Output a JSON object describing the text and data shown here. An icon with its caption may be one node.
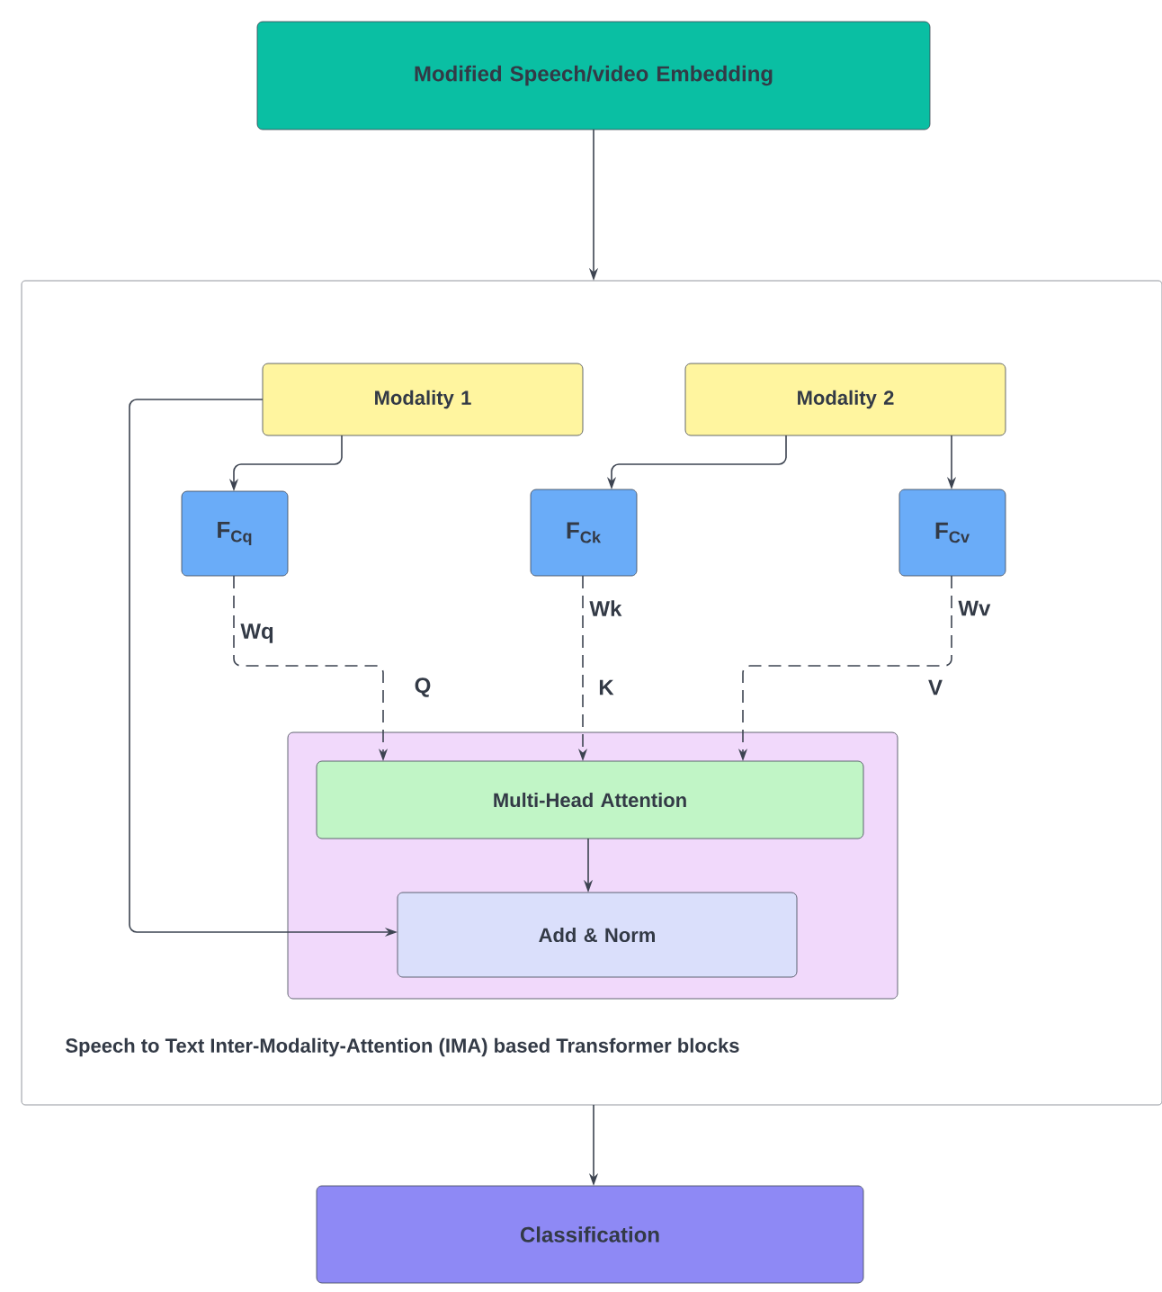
{
  "diagram": {
    "nodes": [
      {
        "text": [
          "Modified Speech/video Embedding"
        ]
      },
      {
        "text": [
          "Speech to Text Inter-Modality-Attention (IMA) based Transformer blocks"
        ]
      },
      {
        "text": [
          "Modality 1"
        ],
        "in": 1
      },
      {
        "text": [
          "Modality 2"
        ],
        "in": 1
      },
      {
        "text": [
          "F$_{Cq}$"
        ],
        "in": 1
      },
      {
        "text": [
          "F$_{Ck}$"
        ],
        "in": 1
      },
      {
        "text": [
          "F$_{Cv}$"
        ],
        "in": 1
      },
      {
        "text": [],
        "shape": "box",
        "in": 1
      },
      {
        "text": [
          "Multi-Head Attention"
        ],
        "in": 7
      },
      {
        "text": [
          "Add & Norm"
        ],
        "in": 7
      },
      {
        "text": [
          "Classification"
        ]
      }
    ],
    "edges": [
      {
        "from": 0,
        "to": 1,
        "arrow": "to"
      },
      {
        "from": 2,
        "to": 4,
        "arrow": "to"
      },
      {
        "from": 3,
        "to": 5,
        "arrow": "to"
      },
      {
        "from": 3,
        "to": 6,
        "arrow": "to"
      },
      {
        "from": 4,
        "to": 8,
        "arrow": "to",
        "style": "dashed",
        "label": "Wq"
      },
      {
        "from": 5,
        "to": 8,
        "arrow": "to",
        "style": "dashed",
        "label": "Wk"
      },
      {
        "from": 6,
        "to": 8,
        "arrow": "to",
        "style": "dashed",
        "label": "Wv"
      },
      {
        "from": 8,
        "to": 9,
        "arrow": "to"
      },
      {
        "from": 2,
        "to": 9,
        "arrow": "to"
      },
      {
        "from": 1,
        "to": 10,
        "arrow": "to"
      }
    ],
    "labels": [
      "Q",
      "K",
      "V"
    ]
  }
}
